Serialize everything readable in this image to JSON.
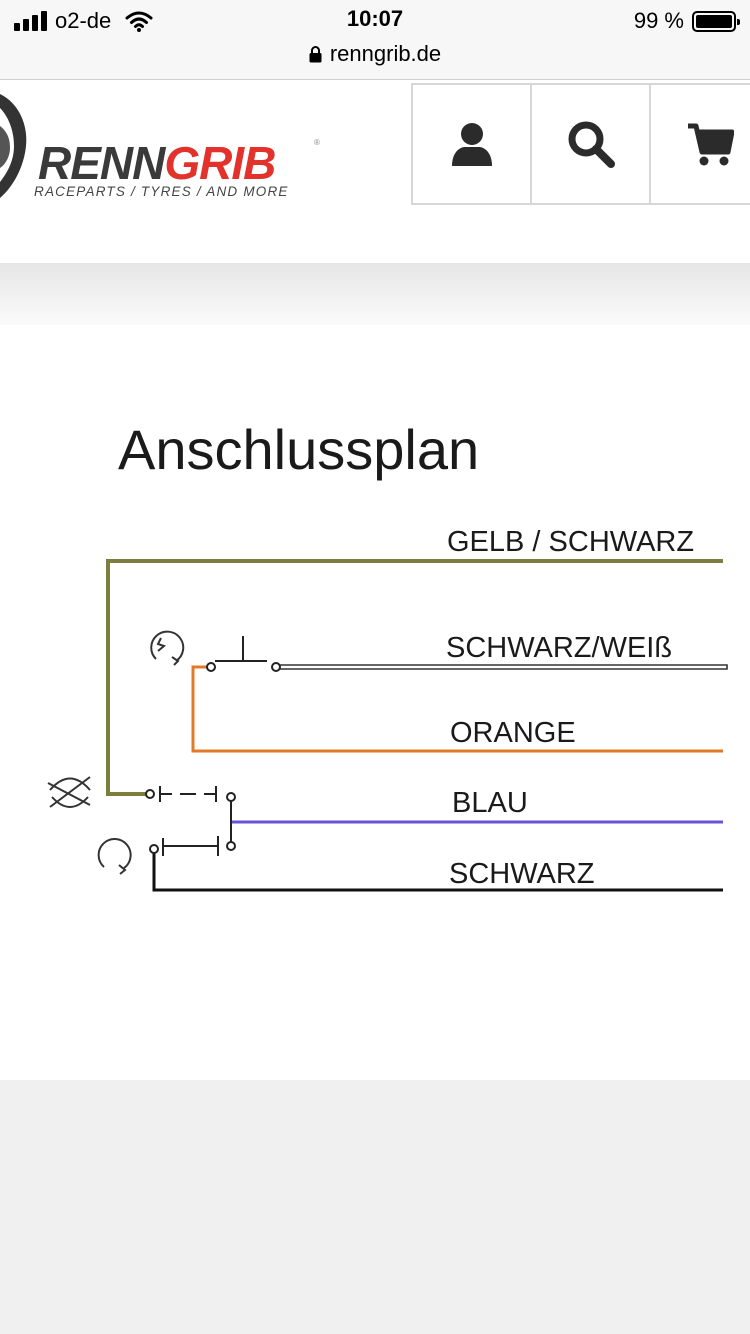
{
  "statusbar": {
    "carrier": "o2-de",
    "time": "10:07",
    "battery": "99 %",
    "url": "renngrib.de"
  },
  "header": {
    "brand_part1": "RENN",
    "brand_part2": "GRIB",
    "tagline": "RACEPARTS / TYRES / AND MORE",
    "icons": [
      "account-icon",
      "search-icon",
      "cart-icon"
    ]
  },
  "diagram": {
    "title": "Anschlussplan",
    "wires": {
      "gelb_schwarz": "GELB / SCHWARZ",
      "schwarz_weiss": "SCHWARZ/WEIß",
      "orange": "ORANGE",
      "blau": "BLAU",
      "schwarz": "SCHWARZ"
    },
    "colors": {
      "gelb_schwarz": "#8a8a3a",
      "orange": "#e07a28",
      "blau": "#6a52d9",
      "schwarz": "#111111",
      "brand_red": "#e3322b"
    }
  }
}
